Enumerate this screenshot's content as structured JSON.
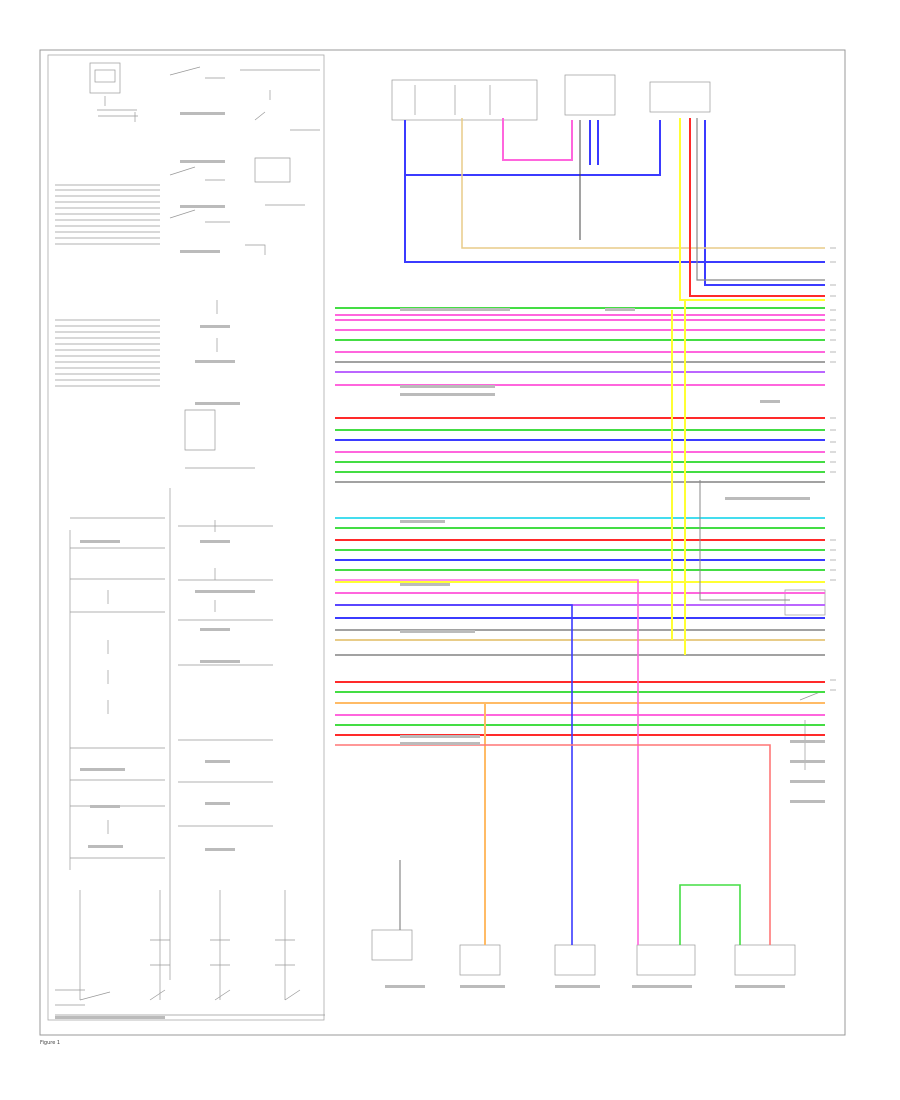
{
  "diagram": {
    "footer_label": "Figure 1",
    "colors": {
      "blue": "#3b3bff",
      "red": "#ff2a2a",
      "green": "#44dd44",
      "pink": "#ff66dd",
      "yellow": "#ffff33",
      "orange": "#ffbb66",
      "cyan": "#44ddee",
      "violet": "#bb66ff",
      "gray": "#888888",
      "black": "#444444",
      "tan": "#e8cc88"
    },
    "bus_wires": [
      {
        "name": "wire-bus-1",
        "color": "green"
      },
      {
        "name": "wire-bus-2",
        "color": "pink"
      },
      {
        "name": "wire-bus-3",
        "color": "pink"
      },
      {
        "name": "wire-bus-4",
        "color": "pink"
      },
      {
        "name": "wire-bus-5",
        "color": "green"
      },
      {
        "name": "wire-bus-6",
        "color": "pink"
      },
      {
        "name": "wire-bus-7",
        "color": "black"
      },
      {
        "name": "wire-bus-8",
        "color": "violet"
      },
      {
        "name": "wire-bus-9",
        "color": "pink"
      },
      {
        "name": "wire-bus-10",
        "color": "red"
      },
      {
        "name": "wire-bus-11",
        "color": "green"
      },
      {
        "name": "wire-bus-12",
        "color": "blue"
      },
      {
        "name": "wire-bus-13",
        "color": "pink"
      },
      {
        "name": "wire-bus-14",
        "color": "green"
      },
      {
        "name": "wire-bus-15",
        "color": "green"
      },
      {
        "name": "wire-bus-16",
        "color": "black"
      },
      {
        "name": "wire-bus-17",
        "color": "cyan"
      },
      {
        "name": "wire-bus-18",
        "color": "green"
      },
      {
        "name": "wire-bus-19",
        "color": "red"
      },
      {
        "name": "wire-bus-20",
        "color": "green"
      },
      {
        "name": "wire-bus-21",
        "color": "blue"
      },
      {
        "name": "wire-bus-22",
        "color": "green"
      },
      {
        "name": "wire-bus-23",
        "color": "yellow"
      },
      {
        "name": "wire-bus-24",
        "color": "pink"
      },
      {
        "name": "wire-bus-25",
        "color": "violet"
      },
      {
        "name": "wire-bus-26",
        "color": "blue"
      },
      {
        "name": "wire-bus-27",
        "color": "black"
      },
      {
        "name": "wire-bus-28",
        "color": "tan"
      },
      {
        "name": "wire-bus-29",
        "color": "black"
      },
      {
        "name": "wire-bus-30",
        "color": "red"
      },
      {
        "name": "wire-bus-31",
        "color": "green"
      },
      {
        "name": "wire-bus-32",
        "color": "orange"
      },
      {
        "name": "wire-bus-33",
        "color": "pink"
      },
      {
        "name": "wire-bus-34",
        "color": "green"
      },
      {
        "name": "wire-bus-35",
        "color": "red"
      }
    ]
  }
}
